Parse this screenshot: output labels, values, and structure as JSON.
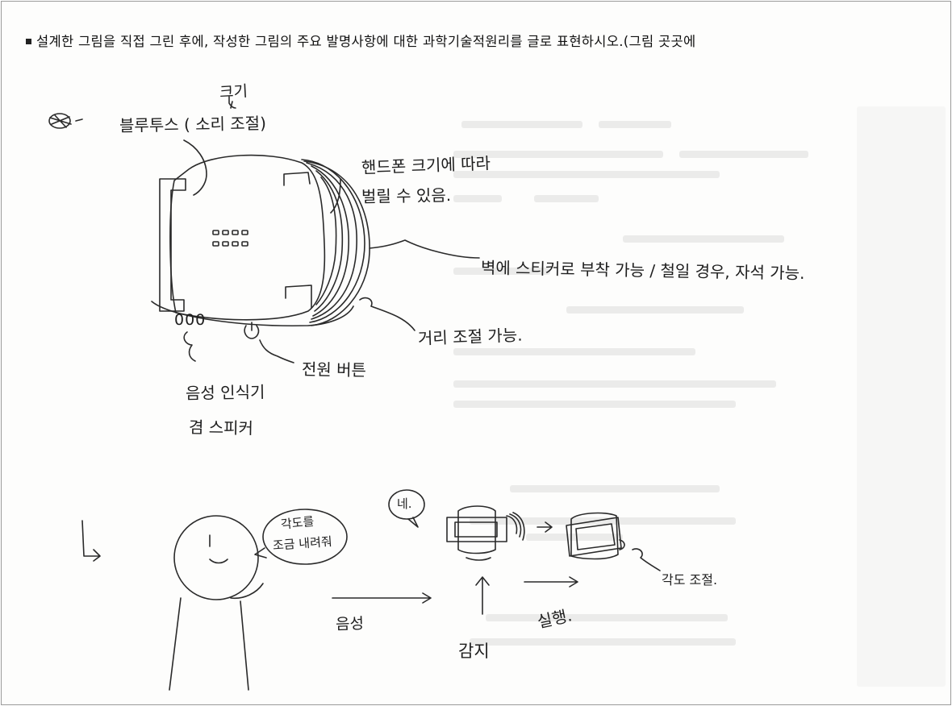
{
  "header": {
    "instruction": "설계한 그림을 직접 그린 후에, 작성한 그림의 주요 발명사항에 대한 과학기술적원리를 글로 표현하시오.(그림 곳곳에"
  },
  "device_labels": {
    "size": "크기",
    "bluetooth": "블루투스 ( 소리 조절)",
    "phone_size_line1": "핸드폰 크기에 따라",
    "phone_size_line2": "벌릴 수 있음.",
    "wall_attach": "벽에 스티커로 부착 가능 / 철일 경우, 자석 가능.",
    "distance": "거리 조절 가능.",
    "power_button": "전원 버튼",
    "voice_line1": "음성 인식기",
    "voice_line2": "겸 스피커",
    "speaker_dots": "000"
  },
  "scenario_labels": {
    "speech_bubble_line1": "각도를",
    "speech_bubble_line2": "조금 내려줘",
    "reply_bubble": "네.",
    "voice": "음성",
    "detect": "감지",
    "execute": "실행.",
    "angle_adjust": "각도 조절."
  }
}
